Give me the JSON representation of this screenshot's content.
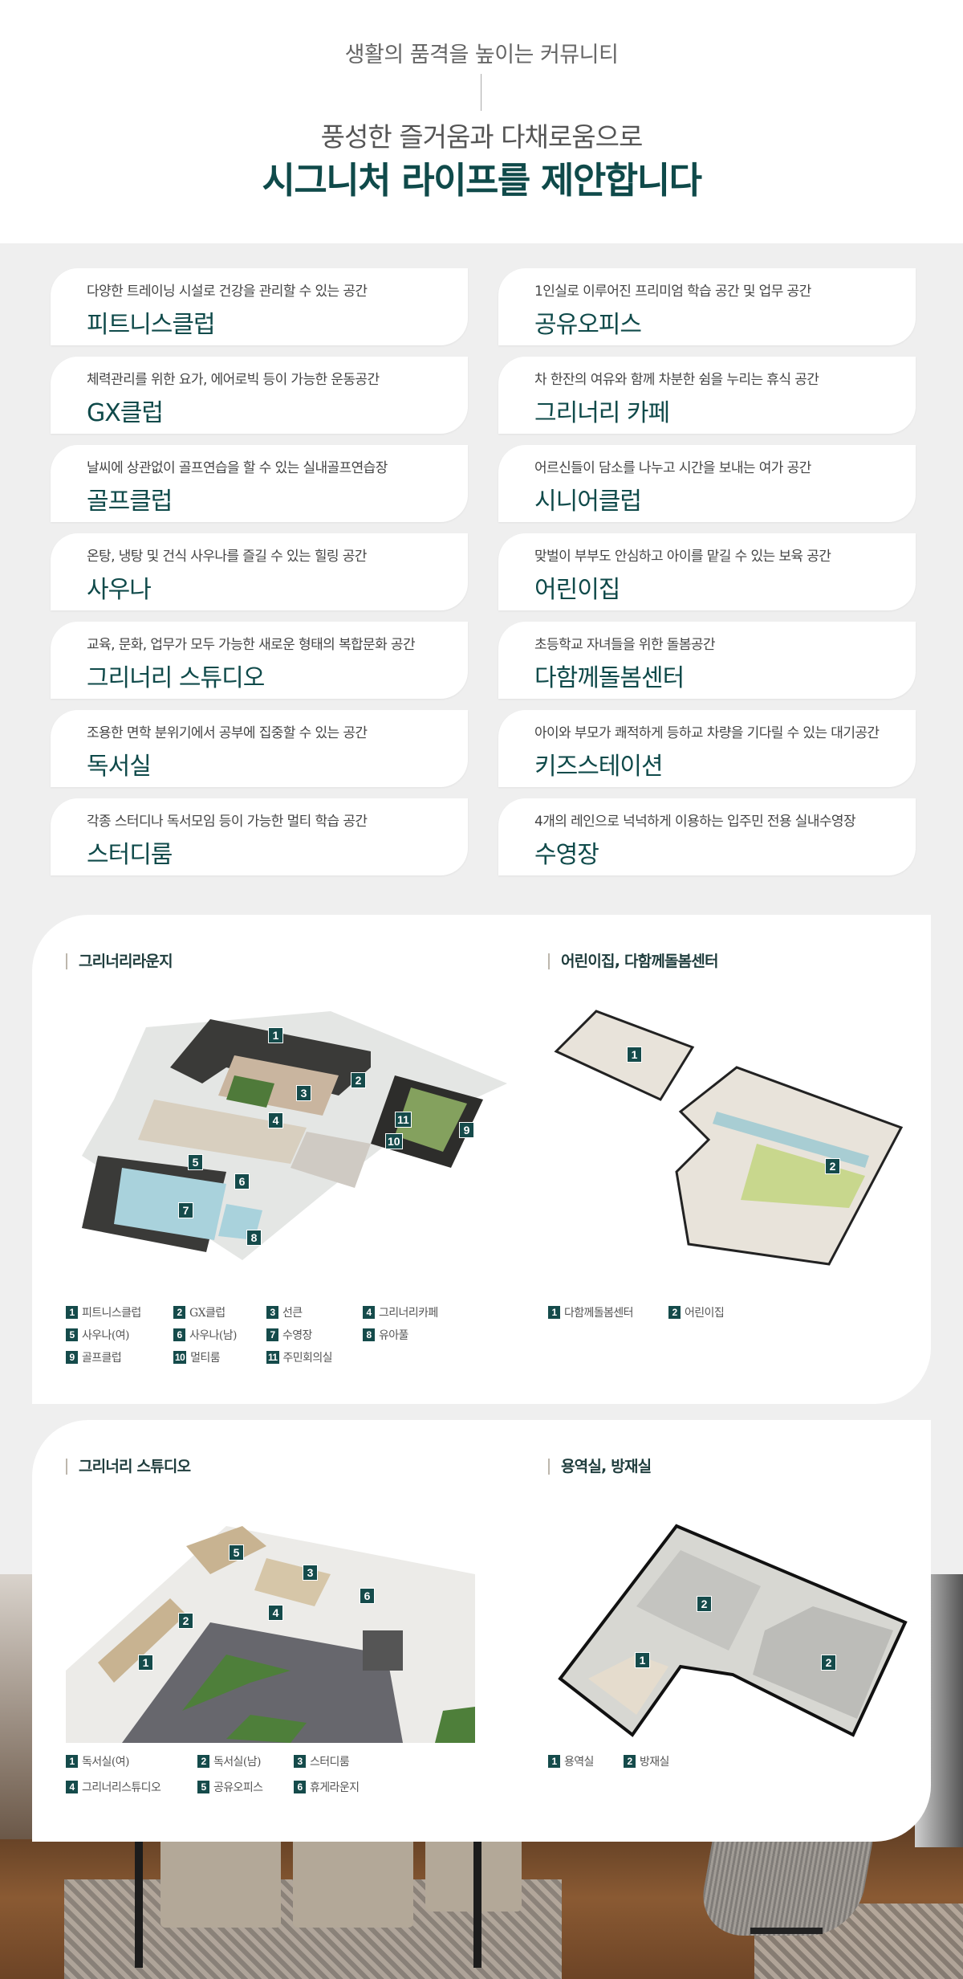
{
  "header": {
    "eyebrow": "생활의 품격을 높이는 커뮤니티",
    "subtitle": "풍성한 즐거움과 다채로움으로",
    "title": "시그니처 라이프를 제안합니다"
  },
  "colors": {
    "brand_dark_teal": "#0f4a4a",
    "badge_teal": "#154b4b",
    "page_bg": "#efefef",
    "card_bg": "#ffffff"
  },
  "facilities": [
    {
      "desc": "다양한 트레이닝 시설로 건강을 관리할 수 있는 공간",
      "name": "피트니스클럽"
    },
    {
      "desc": "1인실로 이루어진 프리미엄 학습 공간 및 업무 공간",
      "name": "공유오피스"
    },
    {
      "desc": "체력관리를 위한 요가, 에어로빅 등이 가능한 운동공간",
      "name": "GX클럽"
    },
    {
      "desc": "차 한잔의 여유와 함께 차분한 쉼을 누리는 휴식 공간",
      "name": "그리너리 카페"
    },
    {
      "desc": "날씨에 상관없이 골프연습을 할 수 있는 실내골프연습장",
      "name": "골프클럽"
    },
    {
      "desc": "어르신들이 담소를 나누고 시간을 보내는 여가 공간",
      "name": "시니어클럽"
    },
    {
      "desc": "온탕, 냉탕 및 건식 사우나를 즐길 수 있는 힐링 공간",
      "name": "사우나"
    },
    {
      "desc": "맞벌이 부부도 안심하고 아이를 맡길 수 있는 보육 공간",
      "name": "어린이집"
    },
    {
      "desc": "교육, 문화, 업무가 모두 가능한 새로운 형태의 복합문화 공간",
      "name": "그리너리 스튜디오"
    },
    {
      "desc": "초등학교 자녀들을 위한 돌봄공간",
      "name": "다함께돌봄센터"
    },
    {
      "desc": "조용한 면학 분위기에서 공부에 집중할 수 있는 공간",
      "name": "독서실"
    },
    {
      "desc": "아이와 부모가 쾌적하게 등하교 차량을 기다릴 수 있는 대기공간",
      "name": "키즈스테이션"
    },
    {
      "desc": "각종 스터디나 독서모임 등이 가능한 멀티 학습 공간",
      "name": "스터디룸"
    },
    {
      "desc": "4개의 레인으로 넉넉하게 이용하는 입주민 전용 실내수영장",
      "name": "수영장"
    }
  ],
  "plans": {
    "greenery_lounge": {
      "title": "그리너리라운지",
      "legend": [
        {
          "num": "1",
          "label": "피트니스클럽"
        },
        {
          "num": "2",
          "label": "GX클럽"
        },
        {
          "num": "3",
          "label": "선큰"
        },
        {
          "num": "4",
          "label": "그리너리카페"
        },
        {
          "num": "5",
          "label": "사우나(여)"
        },
        {
          "num": "6",
          "label": "사우나(남)"
        },
        {
          "num": "7",
          "label": "수영장"
        },
        {
          "num": "8",
          "label": "유아풀"
        },
        {
          "num": "9",
          "label": "골프클럽"
        },
        {
          "num": "10",
          "label": "멀티룸"
        },
        {
          "num": "11",
          "label": "주민회의실"
        }
      ]
    },
    "daycare": {
      "title": "어린이집, 다함께돌봄센터",
      "legend": [
        {
          "num": "1",
          "label": "다함께돌봄센터"
        },
        {
          "num": "2",
          "label": "어린이집"
        }
      ]
    },
    "greenery_studio": {
      "title": "그리너리 스튜디오",
      "legend": [
        {
          "num": "1",
          "label": "독서실(여)"
        },
        {
          "num": "2",
          "label": "독서실(남)"
        },
        {
          "num": "3",
          "label": "스터디룸"
        },
        {
          "num": "4",
          "label": "그리너리스튜디오"
        },
        {
          "num": "5",
          "label": "공유오피스"
        },
        {
          "num": "6",
          "label": "휴게라운지"
        }
      ]
    },
    "storage": {
      "title": "용역실, 방재실",
      "legend": [
        {
          "num": "1",
          "label": "용역실"
        },
        {
          "num": "2",
          "label": "방재실"
        }
      ]
    }
  }
}
